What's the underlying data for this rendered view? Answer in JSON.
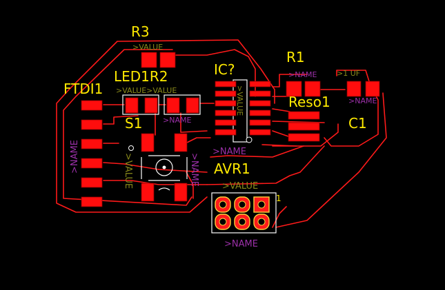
{
  "labels": {
    "r3": "R3",
    "r1": "R1",
    "led1r2": "LED1R2",
    "ftdi1": "FTDI1",
    "ic": "IC?",
    "reso1": "Reso1",
    "s1": "S1",
    "c1": "C1",
    "avr1": "AVR1",
    "pin1": "1"
  },
  "attributes": {
    "value": ">VALUE",
    "name": ">NAME",
    "value_led": ">VALUE>VALUE",
    "c1_value": ">1 UF"
  },
  "colors": {
    "background": "#000000",
    "copper": "#ff1a1a",
    "label": "#ffea00",
    "name_attr": "#9b30a8",
    "value_attr": "#8a8a1a",
    "silkscreen": "#ffffff"
  }
}
